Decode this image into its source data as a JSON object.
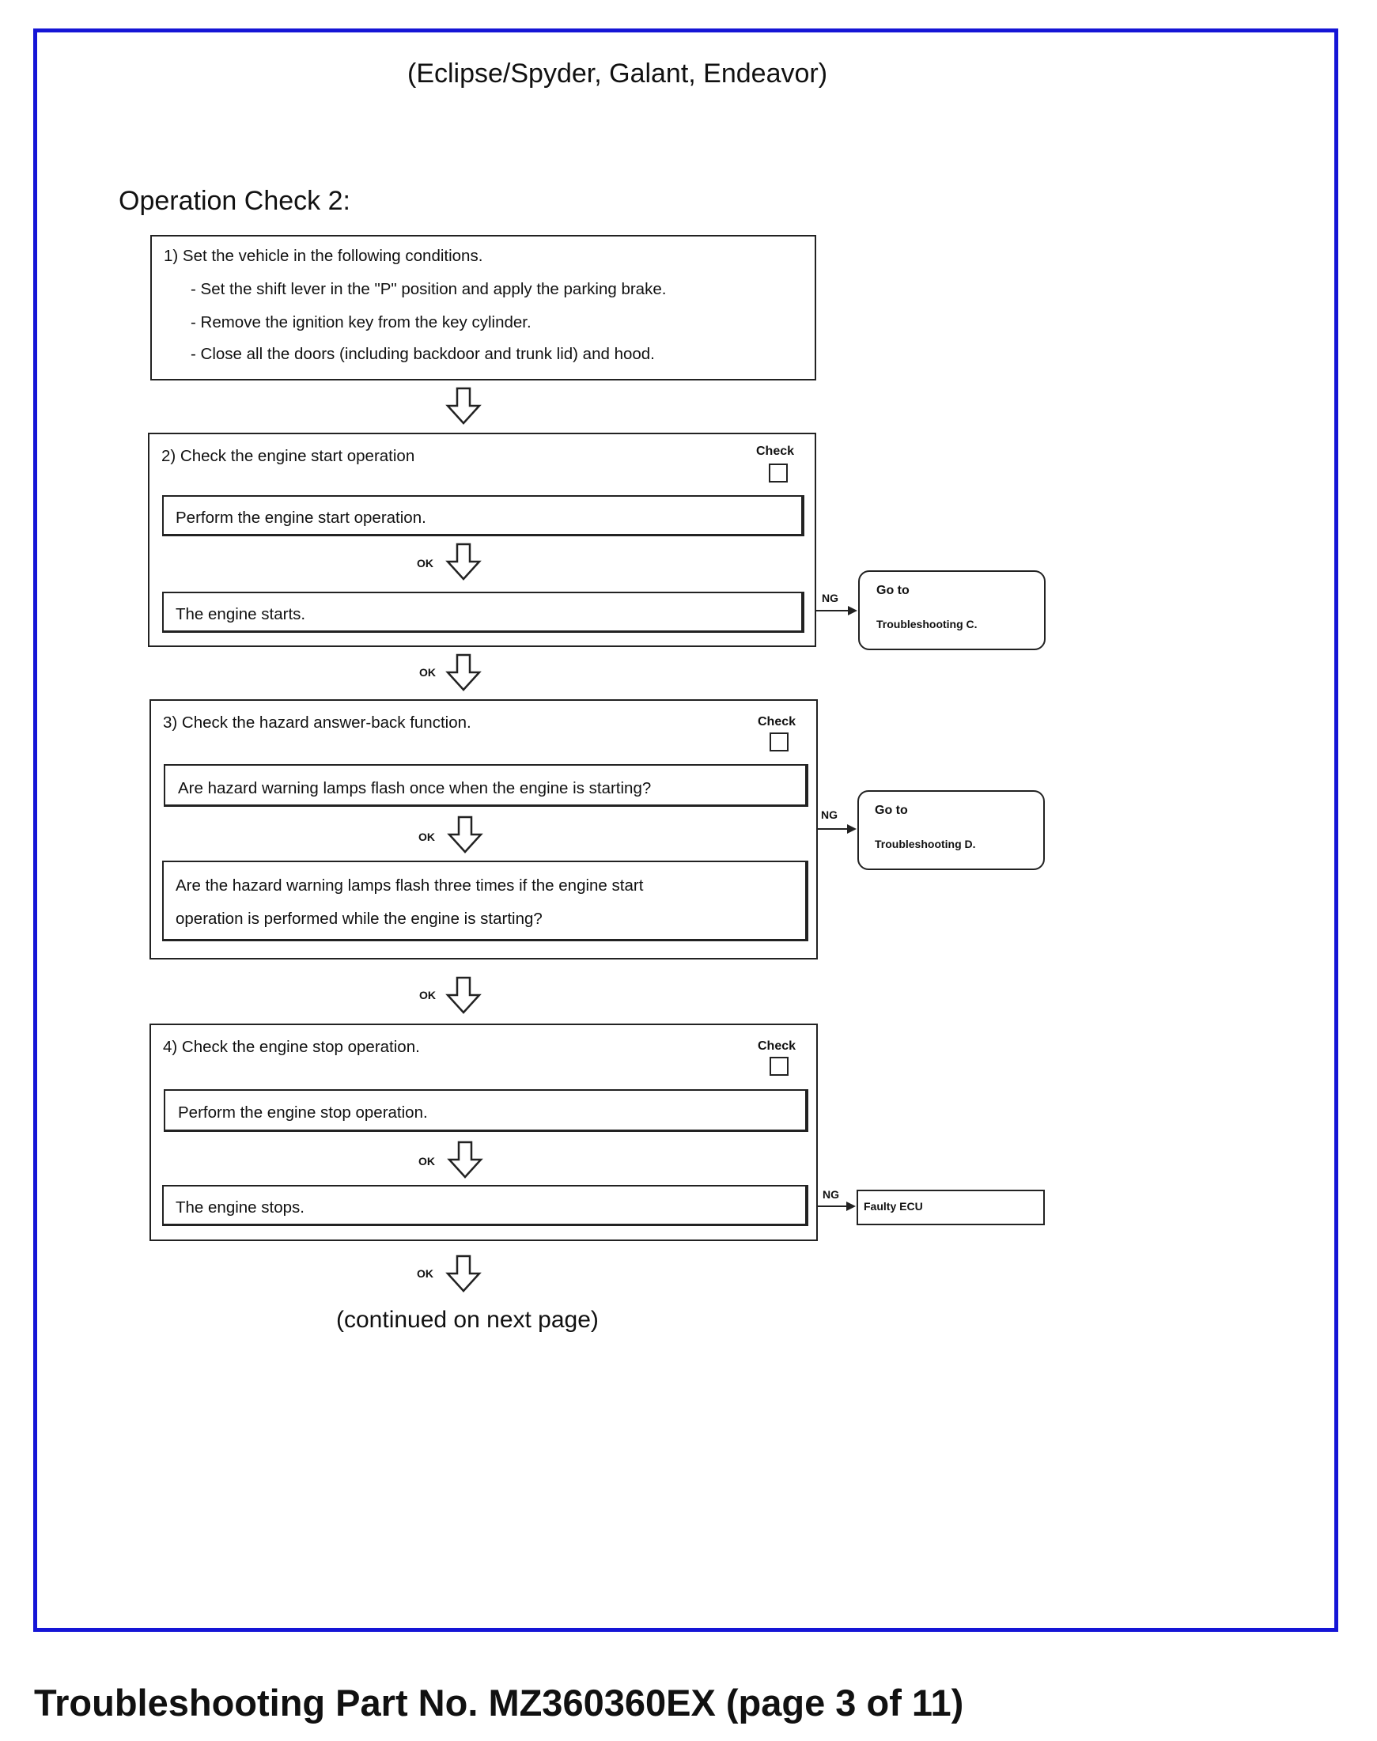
{
  "header": {
    "models": "(Eclipse/Spyder, Galant, Endeavor)"
  },
  "section_title": "Operation Check 2:",
  "step1": {
    "title": "1) Set the vehicle in the following conditions.",
    "conditions": [
      "- Set the shift lever in the \"P\" position and apply the parking brake.",
      "- Remove the ignition key from the key cylinder.",
      "- Close all the doors (including backdoor and trunk lid) and hood."
    ]
  },
  "labels": {
    "check": "Check",
    "ok": "OK",
    "ng": "NG"
  },
  "step2": {
    "title": "2) Check the engine start operation",
    "action": "Perform the engine start operation.",
    "result": "The engine starts.",
    "ng_target_line1": "Go to",
    "ng_target_line2": "Troubleshooting C."
  },
  "step3": {
    "title": "3) Check the hazard answer-back function.",
    "question1": "Are hazard warning lamps flash once when the engine is starting?",
    "question2_line1": "Are the hazard warning lamps flash three times if the engine start",
    "question2_line2": "operation is performed while the engine is starting?",
    "ng_target_line1": "Go to",
    "ng_target_line2": "Troubleshooting D."
  },
  "step4": {
    "title": "4) Check the engine stop operation.",
    "action": "Perform the engine stop operation.",
    "result": "The engine stops.",
    "ng_target": "Faulty ECU"
  },
  "continued": "(continued on next page)",
  "footer": "Troubleshooting Part No. MZ360360EX (page 3 of 11)"
}
